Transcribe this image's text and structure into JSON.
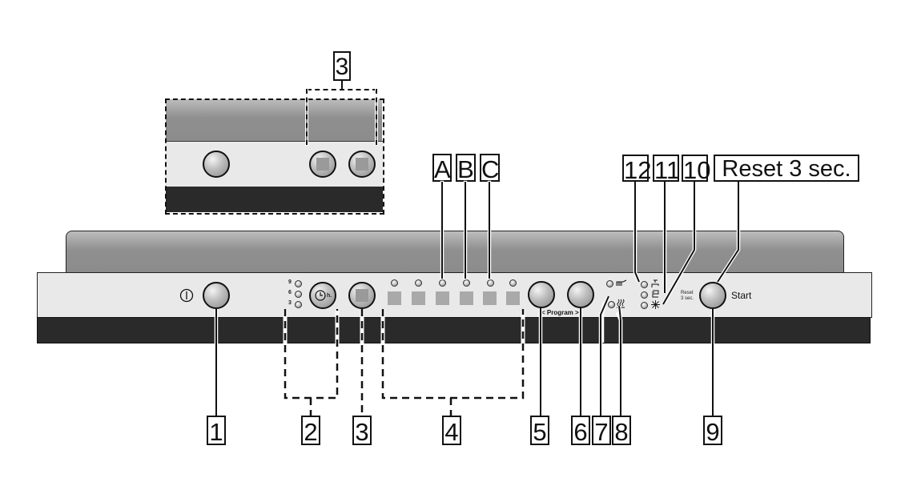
{
  "diagram": {
    "type": "dishwasher-control-panel",
    "callouts": {
      "c1": "1",
      "c2": "2",
      "c3": "3",
      "c4": "4",
      "c5": "5",
      "c6": "6",
      "c7": "7",
      "c8": "8",
      "c9": "9",
      "c10": "10",
      "c11": "11",
      "c12": "12",
      "cA": "A",
      "cB": "B",
      "cC": "C",
      "c3_inset": "3",
      "reset": "Reset 3 sec."
    },
    "panel_text": {
      "timer_levels": [
        "9",
        "6",
        "3"
      ],
      "timer_button_suffix": "h.",
      "program_label": "< Program >",
      "reset_small_line1": "Reset",
      "reset_small_line2": "3 sec.",
      "start_label": "Start"
    },
    "icons": {
      "power": "power-icon",
      "timer": "clock-icon",
      "half_load": "half-load-icon",
      "intensive_dry": "drying-icon",
      "water_tap": "tap-icon",
      "salt_refill": "salt-icon",
      "rinse_aid": "rinse-aid-icon"
    },
    "program_leds": 6,
    "program_pads": 6
  }
}
